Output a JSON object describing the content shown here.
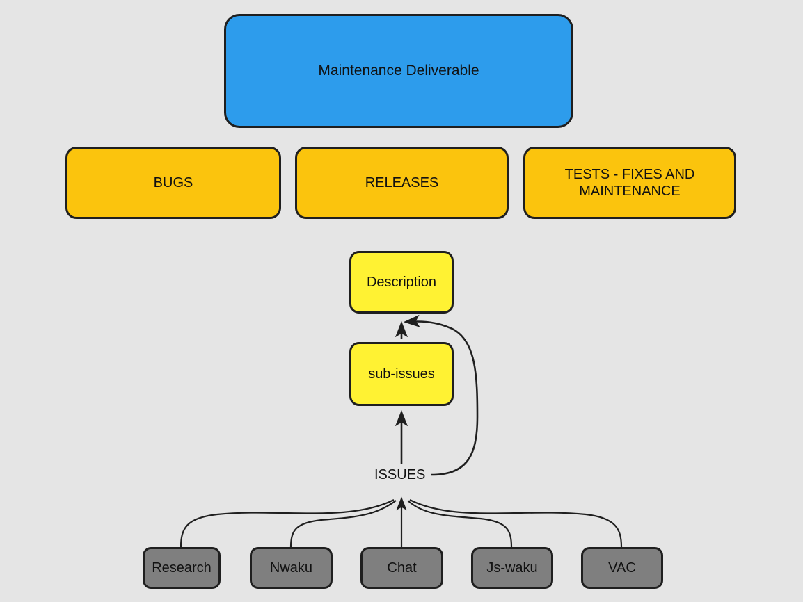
{
  "diagram": {
    "title": "Maintenance Deliverable",
    "background_color": "#e5e5e5",
    "stroke_color": "#1f1f1f",
    "colors": {
      "deliverable": "#2d9cec",
      "category": "#fbc40d",
      "detail": "#fff233",
      "source": "#7f7f7f",
      "text": "#111111"
    },
    "root": {
      "label": "Maintenance Deliverable"
    },
    "categories": [
      {
        "label": "BUGS"
      },
      {
        "label": "RELEASES"
      },
      {
        "label": "TESTS - FIXES AND\nMAINTENANCE"
      }
    ],
    "details": [
      {
        "label": "Description"
      },
      {
        "label": "sub-issues"
      }
    ],
    "edge_labels": [
      {
        "label": "ISSUES"
      }
    ],
    "sources": [
      {
        "label": "Research"
      },
      {
        "label": "Nwaku"
      },
      {
        "label": "Chat"
      },
      {
        "label": "Js-waku"
      },
      {
        "label": "VAC"
      }
    ]
  }
}
